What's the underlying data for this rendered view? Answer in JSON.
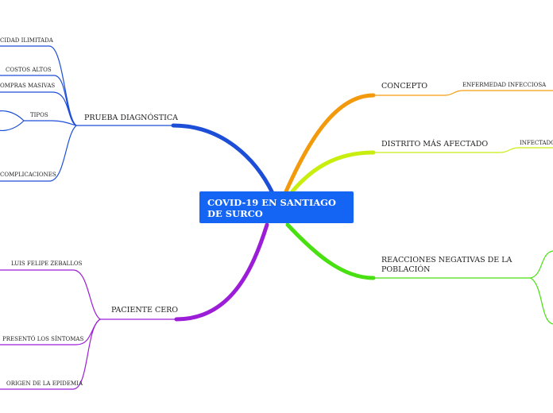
{
  "central": {
    "title": "COVID-19 EN SANTIAGO DE SURCO",
    "color": "#1565f5"
  },
  "branches": {
    "prueba": {
      "label": "PRUEBA DIAGNÓSTICA",
      "color": "#1d4ed8",
      "subs": [
        "CIDAD ILIMITADA",
        "COSTOS ALTOS",
        "OMPRAS MASIVAS",
        "TIPOS",
        "COMPLICACIONES"
      ]
    },
    "paciente": {
      "label": "PACIENTE CERO",
      "color": "#9b1dd8",
      "subs": [
        "LUIS FELIPE ZEBALLOS",
        "PRESENTÓ LOS SÍNTOMAS",
        "ORIGEN DE LA EPIDEMIA"
      ]
    },
    "concepto": {
      "label": "CONCEPTO",
      "color": "#f39a0c",
      "subs": [
        "ENFERMEDAD INFECCIOSA"
      ]
    },
    "distrito": {
      "label": "DISTRITO MÁS AFECTADO",
      "color": "#c8ee10",
      "subs": [
        "INFECTADOS"
      ]
    },
    "reacciones": {
      "label": "REACCIONES NEGATIVAS DE LA POBLACIÓN",
      "color": "#48e010",
      "subs": []
    }
  }
}
